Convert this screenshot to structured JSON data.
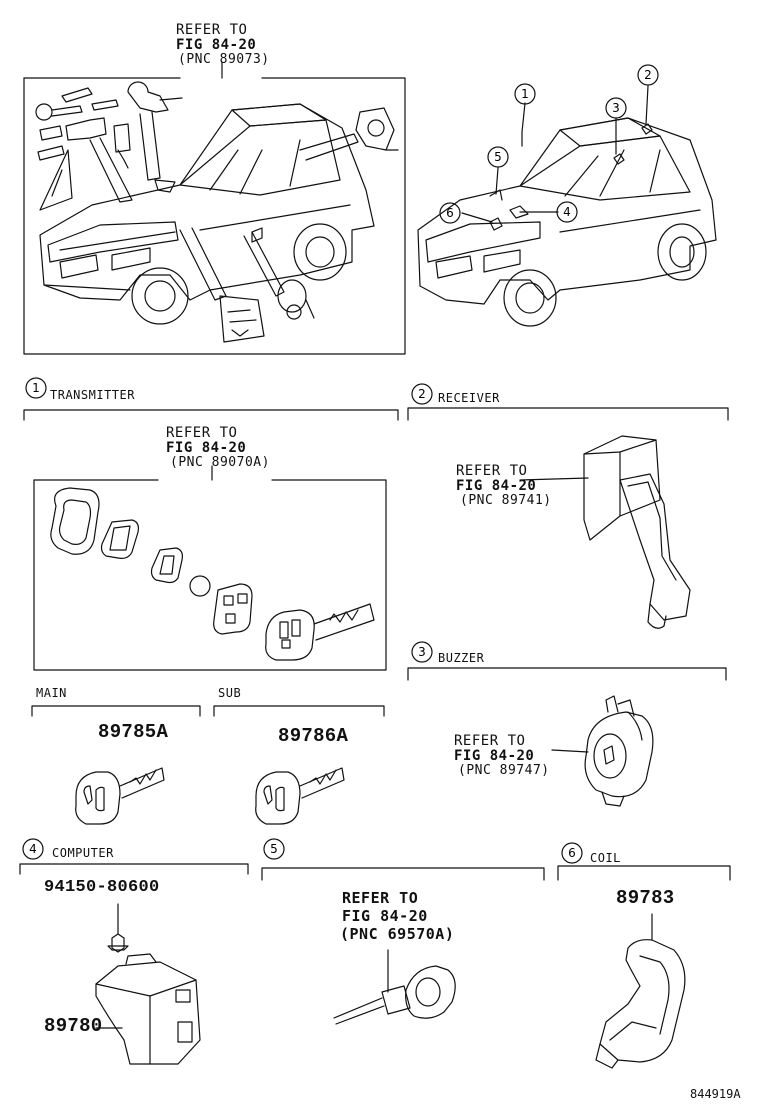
{
  "top_left_ref": {
    "line1": "REFER TO",
    "line2": "FIG 84-20",
    "line3": "(PNC 89073)"
  },
  "callouts": [
    "1",
    "2",
    "3",
    "4",
    "5",
    "6"
  ],
  "sections": {
    "s1": {
      "num": "1",
      "label": "TRANSMITTER",
      "ref": {
        "line1": "REFER TO",
        "line2": "FIG 84-20",
        "line3": "(PNC 89070A)"
      },
      "main": {
        "label": "MAIN",
        "part": "89785A"
      },
      "sub": {
        "label": "SUB",
        "part": "89786A"
      }
    },
    "s2": {
      "num": "2",
      "label": "RECEIVER",
      "ref": {
        "line1": "REFER TO",
        "line2": "FIG 84-20",
        "line3": "(PNC 89741)"
      }
    },
    "s3": {
      "num": "3",
      "label": "BUZZER",
      "ref": {
        "line1": "REFER TO",
        "line2": "FIG 84-20",
        "line3": "(PNC 89747)"
      }
    },
    "s4": {
      "num": "4",
      "label": "COMPUTER",
      "bolt_part": "94150-80600",
      "part": "89780"
    },
    "s5": {
      "num": "5",
      "ref": {
        "line1": "REFER TO",
        "line2": "FIG 84-20",
        "line3": "(PNC 69570A)"
      }
    },
    "s6": {
      "num": "6",
      "label": "COIL",
      "part": "89783"
    }
  },
  "figure_id": "844919A",
  "colors": {
    "ink": "#111111",
    "paper": "#ffffff"
  }
}
